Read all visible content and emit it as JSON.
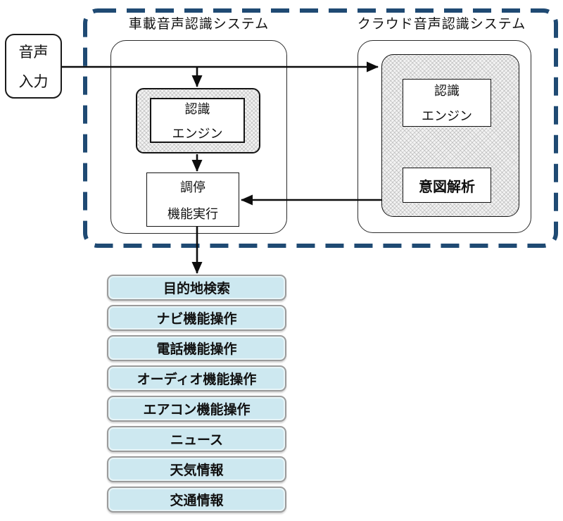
{
  "diagram": {
    "voice_input": {
      "line1": "音声",
      "line2": "入力"
    },
    "onboard": {
      "title": "車載音声認識システム",
      "recognition": {
        "line1": "認識",
        "line2": "エンジン"
      },
      "arbitration": {
        "line1": "調停",
        "line2": "機能実行"
      }
    },
    "cloud": {
      "title": "クラウド音声認識システム",
      "recognition": {
        "line1": "認識",
        "line2": "エンジン"
      },
      "intent": "意図解析"
    },
    "functions": [
      "目的地検索",
      "ナビ機能操作",
      "電話機能操作",
      "オーディオ機能操作",
      "エアコン機能操作",
      "ニュース",
      "天気情報",
      "交通情報"
    ],
    "colors": {
      "dashed_border": "#1F4A73",
      "arrow": "#0d0d0d",
      "function_fill": "#CDE8F0",
      "function_border": "#9B9B9B",
      "hatch_gray": "#D9D9D9",
      "box_border": "#141414"
    }
  }
}
